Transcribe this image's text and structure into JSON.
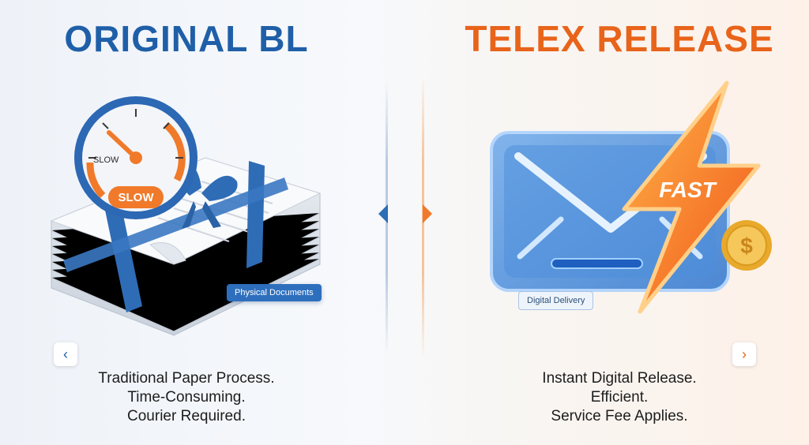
{
  "left": {
    "title": "ORIGINAL BL",
    "gauge_label": "SLOW",
    "badge": "SLOW",
    "tag": "Physical Documents",
    "caption": [
      "Traditional Paper Process.",
      "Time-Consuming.",
      "Courier Required."
    ],
    "accent": "#1f5fa8"
  },
  "right": {
    "title": "TELEX RELEASE",
    "bolt_label": "FAST",
    "tag": "Digital Delivery",
    "coin_symbol": "$",
    "caption": [
      "Instant Digital Release.",
      "Efficient.",
      "Service Fee Applies."
    ],
    "accent": "#e8641a"
  },
  "nav": {
    "prev": "‹",
    "next": "›"
  },
  "icons": [
    "speedometer-icon",
    "paper-stack-icon",
    "envelope-icon",
    "lightning-bolt-icon",
    "dollar-coin-icon",
    "chevron-left-icon",
    "chevron-right-icon"
  ]
}
